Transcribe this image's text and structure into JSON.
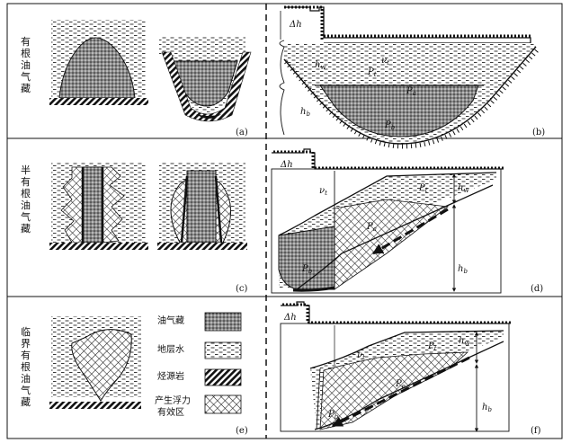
{
  "rows": [
    {
      "title": "有根油气藏"
    },
    {
      "title": "半有根油气藏"
    },
    {
      "title": "临界有根油气藏"
    }
  ],
  "panels": {
    "a": "(a)",
    "b": "(b)",
    "c": "(c)",
    "d": "(d)",
    "e": "(e)",
    "f": "(f)"
  },
  "symbols": {
    "dh": "Δh",
    "hw": "h",
    "hw_sub": "w",
    "hb": "h",
    "hb_sub": "b",
    "v": "ν",
    "v_sub": "t",
    "pt": "P",
    "pt_sub": "t",
    "pa": "P",
    "pa_sub": "a",
    "pb": "P",
    "pb_sub": "b",
    "pe": "P",
    "pe_sub": "e"
  },
  "legend": [
    {
      "label": "油气藏",
      "pattern": "gas-oil"
    },
    {
      "label": "地层水",
      "pattern": "water"
    },
    {
      "label": "烃源岩",
      "pattern": "source-rock"
    },
    {
      "label_line1": "产生浮力",
      "label_line2": "有效区",
      "pattern": "buoyancy"
    }
  ]
}
